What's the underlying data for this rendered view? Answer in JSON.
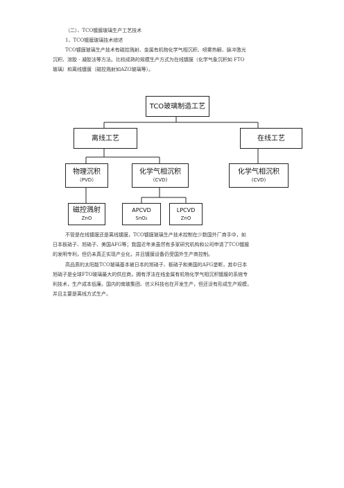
{
  "section_heading": "（二）、TCO镀膜玻璃生产工艺技术",
  "subheading": "1、TCO镀膜玻璃技术综述",
  "paragraph1": [
    "TCO镀膜玻璃生产技术有磁控溅射、金属有机物化学气相沉积、喷雾热解、脉冲激光",
    "沉积、溶胶 - 凝胶法等方法。比较成熟的规模生产方式为在线镀膜（化学气象沉积如 FTO",
    "玻璃）和离线镀膜（磁控溅射如AZO玻璃等）。"
  ],
  "diagram": {
    "root": "TCO玻璃制造工艺",
    "offline": "离线工艺",
    "online": "在线工艺",
    "pvd_title": "物理沉积",
    "pvd_sub": "（PVD）",
    "cvd_title": "化学气相沉积",
    "cvd_sub": "(CVD)",
    "cvd2_title": "化学气相沉积",
    "cvd2_sub": "(CVD)",
    "sputter_title": "磁控溅射",
    "sputter_sub": "ZnO",
    "apcvd_title": "APCVD",
    "apcvd_sub": "SnO₂",
    "lpcvd_title": "LPCVD",
    "lpcvd_sub": "ZnO"
  },
  "paragraph2": [
    "不管是在线镀膜还是离线镀膜，TCO镀膜玻璃生产技术控制在少数国外厂商手中，如",
    "日本板硝子、旭硝子、美国AFG等；我国近年来虽然有多家研究机构和公司申请了TCO镀膜",
    "的发明专利，但仍未真正实现产业化，并且镀膜设备仍受国外生产商控制。"
  ],
  "paragraph3": [
    "高品质的太阳能TCO玻璃基本被日本的旭硝子、板硝子和美国的AFG垄断，其中日本",
    "旭硝子是全球FTO玻璃最大的供应商，拥有浮法在线金属有机物化学气相沉积镀膜的系统专",
    "利技术，生产成本低廉。国内的南玻集团、信义科技也在开发生产，但还没有形成生产规模，",
    "并且主要是离线方式生产。"
  ]
}
